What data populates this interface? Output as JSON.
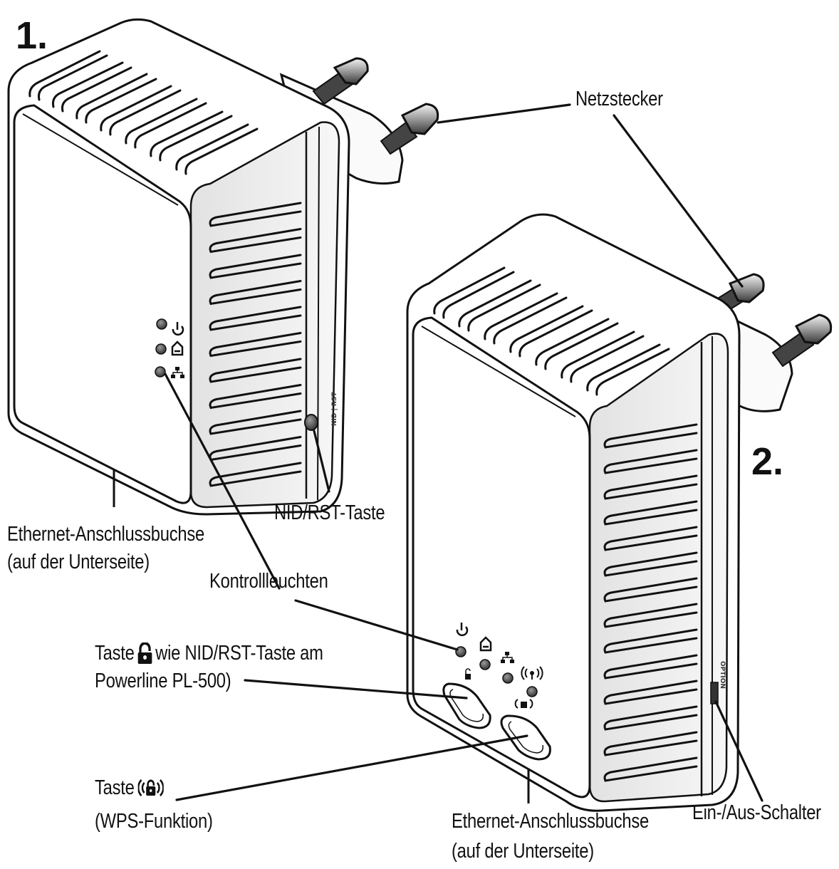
{
  "figure_numbers": {
    "device1": "1.",
    "device2": "2."
  },
  "labels": {
    "netzstecker": "Netzstecker",
    "ethernet1_line1": "Ethernet-Anschlussbuchse",
    "ethernet1_line2": "(auf der Unterseite)",
    "nid_rst": "NID/RST-Taste",
    "kontrollleuchten": "Kontrollleuchten",
    "taste_lock_prefix": "Taste",
    "taste_lock_suffix": "wie NID/RST-Taste am",
    "taste_lock_line2": "Powerline PL-500)",
    "taste_wps_prefix": "Taste",
    "taste_wps_line2": "(WPS-Funktion)",
    "ethernet2_line1": "Ethernet-Anschlussbuchse",
    "ethernet2_line2": "(auf der Unterseite)",
    "ein_aus": "Ein-/Aus-Schalter"
  },
  "device_markings": {
    "nid_rst_print": "NID | RST",
    "option_print": "OPTION"
  },
  "icons": {
    "led_icons_device1": [
      "power-icon",
      "powerline-icon",
      "network-icon"
    ],
    "led_icons_device2": [
      "power-icon",
      "powerline-icon",
      "network-icon",
      "wifi-icon"
    ],
    "button_icons_device2": [
      "lock-icon",
      "wps-icon"
    ]
  },
  "colors": {
    "line": "#111111",
    "body": "#ffffff",
    "shade": "#d9d9d9",
    "led": "#555555"
  }
}
